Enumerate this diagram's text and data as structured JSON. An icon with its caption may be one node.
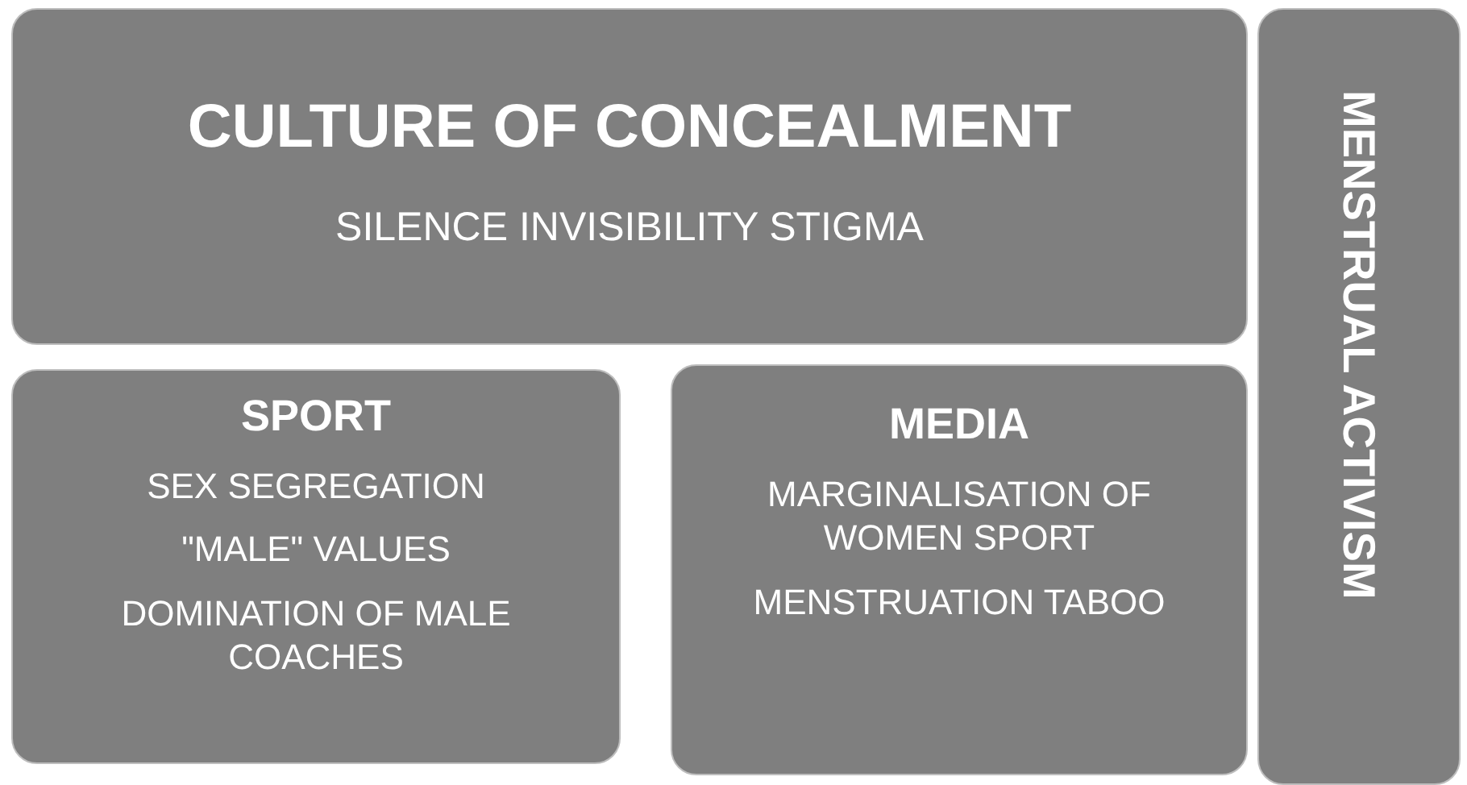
{
  "diagram": {
    "nodes": [
      {
        "text": [
          "CULTURE OF CONCEALMENT",
          "SILENCE INVISIBILITY STIGMA"
        ]
      },
      {
        "text": [
          "SPORT",
          "SEX SEGREGATION",
          "\"MALE\" VALUES",
          "DOMINATION OF MALE COACHES"
        ]
      },
      {
        "text": [
          "MEDIA",
          "MARGINALISATION OF WOMEN SPORT",
          "MENSTRUATION TABOO"
        ]
      },
      {
        "text": [
          "MENSTRUAL ACTIVISM"
        ]
      }
    ]
  }
}
